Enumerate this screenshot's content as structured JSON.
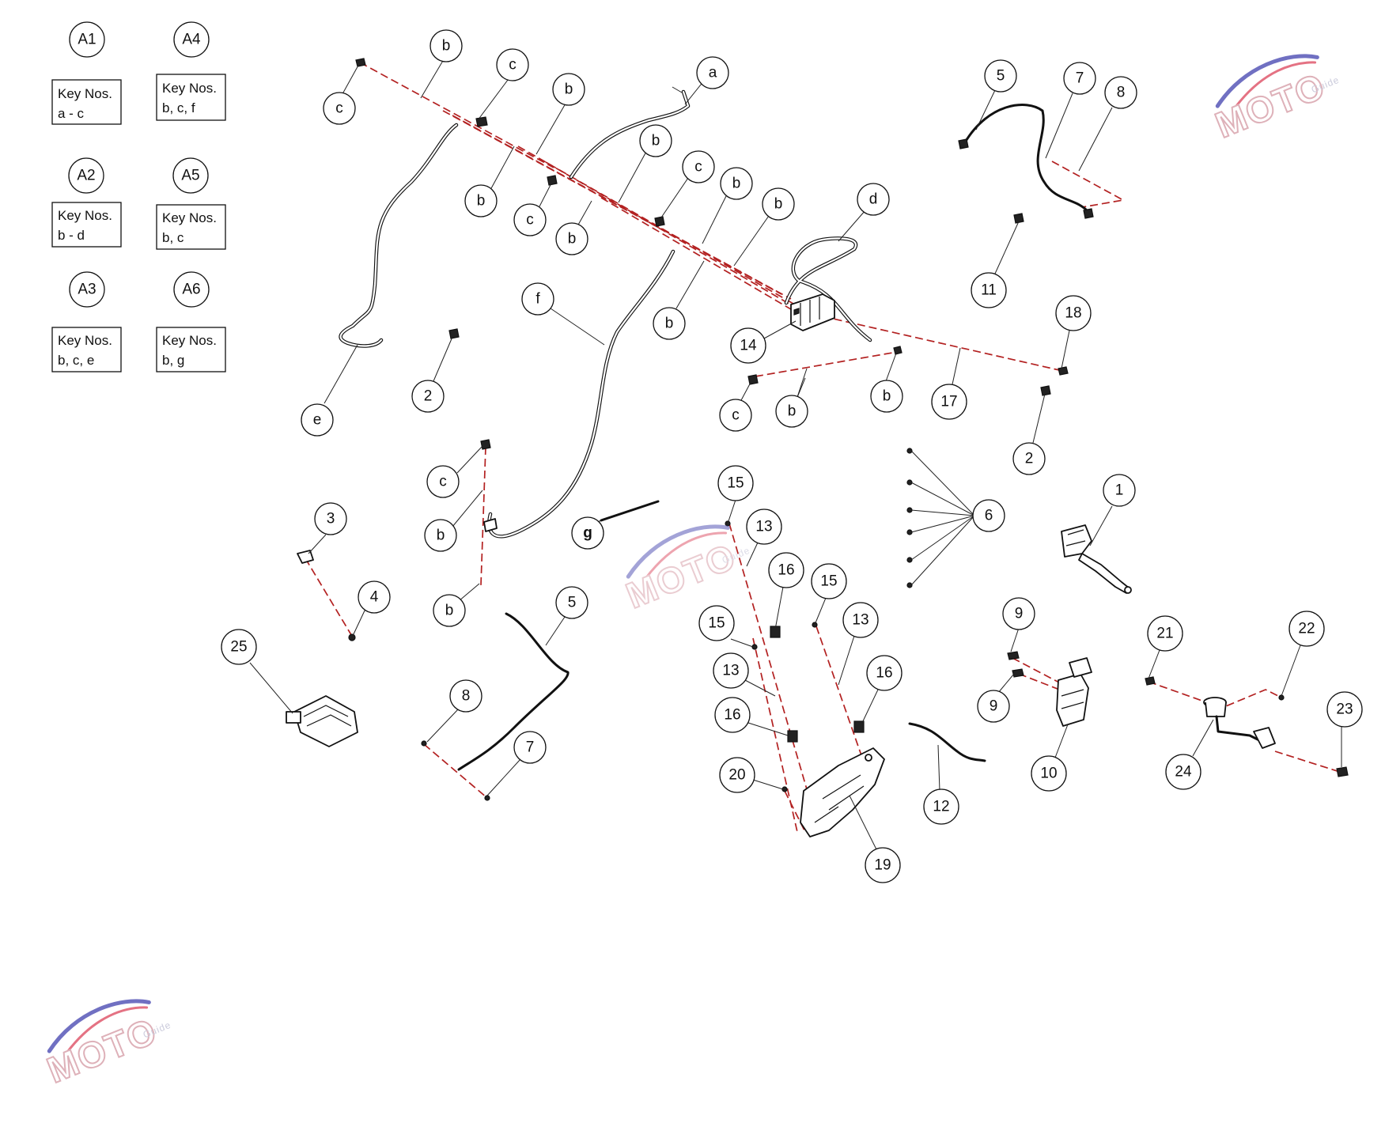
{
  "key_table": [
    {
      "id": "A1",
      "label": "Key Nos.",
      "keys": "a - c"
    },
    {
      "id": "A4",
      "label": "Key Nos.",
      "keys": "b, c, f"
    },
    {
      "id": "A2",
      "label": "Key Nos.",
      "keys": "b - d"
    },
    {
      "id": "A5",
      "label": "Key Nos.",
      "keys": "b, c"
    },
    {
      "id": "A3",
      "label": "Key Nos.",
      "keys": "b, c, e"
    },
    {
      "id": "A6",
      "label": "Key Nos.",
      "keys": "b, g"
    }
  ],
  "callouts": [
    "c",
    "b",
    "c",
    "b",
    "a",
    "b",
    "b",
    "c",
    "c",
    "b",
    "b",
    "c",
    "b",
    "b",
    "d",
    "f",
    "b",
    "14",
    "e",
    "2",
    "c",
    "b",
    "b",
    "17",
    "18",
    "2",
    "5",
    "7",
    "8",
    "11",
    "1",
    "6",
    "c",
    "b",
    "b",
    "g",
    "15",
    "13",
    "16",
    "15",
    "3",
    "4",
    "25",
    "5",
    "8",
    "7",
    "15",
    "13",
    "16",
    "13",
    "16",
    "20",
    "19",
    "12",
    "9",
    "9",
    "10",
    "21",
    "22",
    "23",
    "24"
  ],
  "watermark": {
    "brand": "MOTO",
    "sub": "Guide",
    "colors": {
      "accent_red": "#e05a6e",
      "accent_blue": "#5858b8",
      "gear_gray": "#9a9a9a"
    }
  },
  "colors": {
    "dash_red": "#b32121",
    "line": "#111111"
  }
}
